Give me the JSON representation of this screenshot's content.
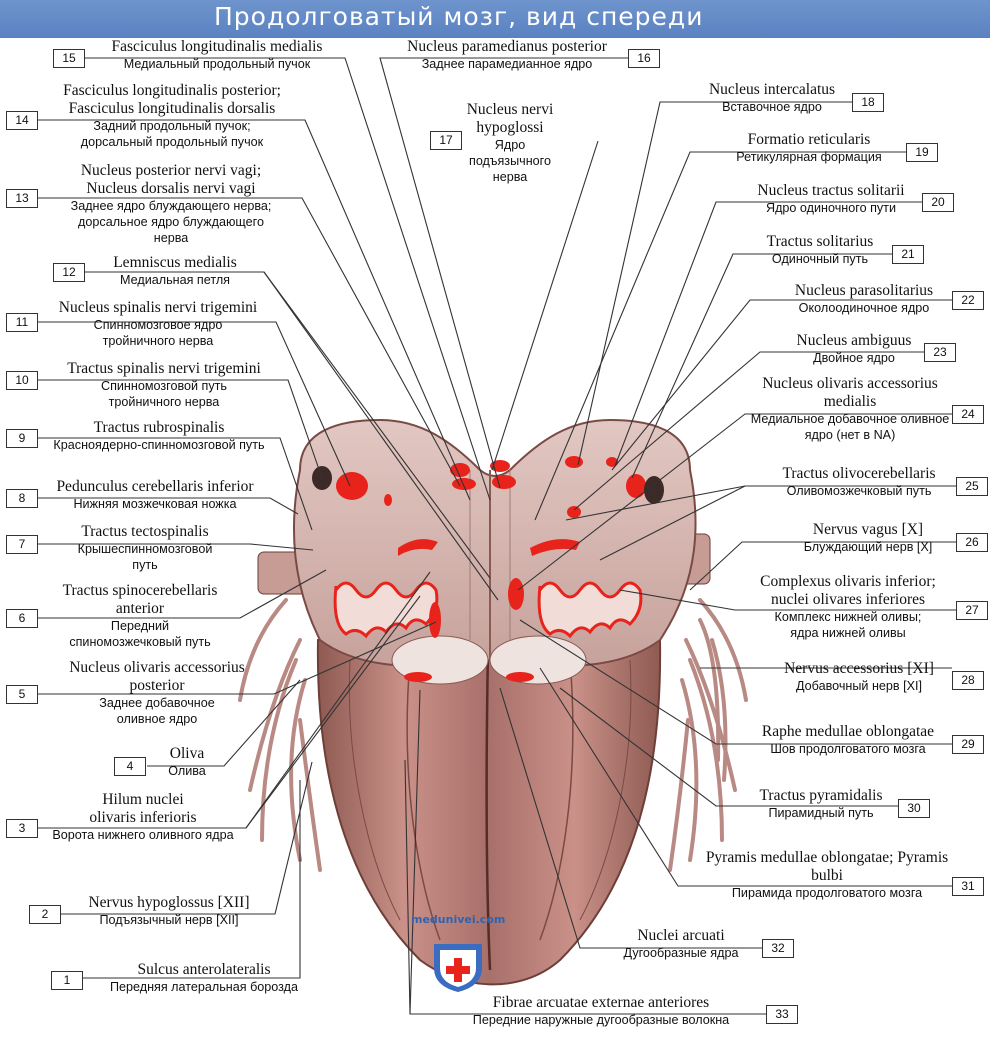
{
  "header": {
    "title": "Продолговатый мозг, вид спереди"
  },
  "watermark": {
    "text": "medunivei.com"
  },
  "colors": {
    "banner": "#6482c4",
    "nucleus_red": "#e8231b",
    "tissue": "#c48f87",
    "leader": "#333333"
  },
  "labels": [
    {
      "n": "1",
      "lat": "Sulcus anterolateralis",
      "rus": "Передняя латеральная борозда"
    },
    {
      "n": "2",
      "lat": "Nervus hypoglossus [XII]",
      "rus": "Подъязычный нерв [XII]"
    },
    {
      "n": "3",
      "lat": "Hilum nuclei olivaris inferioris",
      "rus": "Ворота нижнего оливного ядра"
    },
    {
      "n": "4",
      "lat": "Oliva",
      "rus": "Олива"
    },
    {
      "n": "5",
      "lat": "Nucleus olivaris accessorius posterior",
      "rus": "Заднее добавочное оливное ядро"
    },
    {
      "n": "6",
      "lat": "Tractus spinocerebellaris anterior",
      "rus": "Передний спиномозжечковый путь"
    },
    {
      "n": "7",
      "lat": "Tractus tectospinalis",
      "rus": "Крышеспинномозговой путь"
    },
    {
      "n": "8",
      "lat": "Pedunculus cerebellaris inferior",
      "rus": "Нижняя мозжечковая ножка"
    },
    {
      "n": "9",
      "lat": "Tractus rubrospinalis",
      "rus": "Красноядерно-спинномозговой путь"
    },
    {
      "n": "10",
      "lat": "Tractus spinalis nervi trigemini",
      "rus": "Спинномозговой путь тройничного нерва"
    },
    {
      "n": "11",
      "lat": "Nucleus spinalis nervi trigemini",
      "rus": "Спинномозговое ядро тройничного нерва"
    },
    {
      "n": "12",
      "lat": "Lemniscus medialis",
      "rus": "Медиальная петля"
    },
    {
      "n": "13",
      "lat": "Nucleus posterior nervi vagi; Nucleus dorsalis nervi vagi",
      "rus": "Заднее ядро блуждающего нерва; дорсальное ядро блуждающего нерва"
    },
    {
      "n": "14",
      "lat": "Fasciculus longitudinalis posterior; Fasciculus longitudinalis dorsalis",
      "rus": "Задний продольный пучок; дорсальный продольный пучок"
    },
    {
      "n": "15",
      "lat": "Fasciculus longitudinalis medialis",
      "rus": "Медиальный продольный пучок"
    },
    {
      "n": "16",
      "lat": "Nucleus paramedianus posterior",
      "rus": "Заднее парамедианное ядро"
    },
    {
      "n": "17",
      "lat": "Nucleus nervi hypoglossi",
      "rus": "Ядро подъязычного нерва"
    },
    {
      "n": "18",
      "lat": "Nucleus intercalatus",
      "rus": "Вставочное ядро"
    },
    {
      "n": "19",
      "lat": "Formatio reticularis",
      "rus": "Ретикулярная формация"
    },
    {
      "n": "20",
      "lat": "Nucleus tractus solitarii",
      "rus": "Ядро одиночного пути"
    },
    {
      "n": "21",
      "lat": "Tractus solitarius",
      "rus": "Одиночный путь"
    },
    {
      "n": "22",
      "lat": "Nucleus parasolitarius",
      "rus": "Околоодиночное ядро"
    },
    {
      "n": "23",
      "lat": "Nucleus ambiguus",
      "rus": "Двойное ядро"
    },
    {
      "n": "24",
      "lat": "Nucleus olivaris accessorius medialis",
      "rus": "Медиальное добавочное оливное ядро (нет в NA)"
    },
    {
      "n": "25",
      "lat": "Tractus olivocerebellaris",
      "rus": "Оливомозжечковый путь"
    },
    {
      "n": "26",
      "lat": "Nervus vagus [X]",
      "rus": "Блуждающий нерв [X]"
    },
    {
      "n": "27",
      "lat": "Complexus olivaris inferior; nuclei olivares inferiores",
      "rus": "Комплекс нижней оливы; ядра нижней оливы"
    },
    {
      "n": "28",
      "lat": "Nervus accessorius [XI]",
      "rus": "Добавочный нерв [XI]"
    },
    {
      "n": "29",
      "lat": "Raphe medullae oblongatae",
      "rus": "Шов продолговатого мозга"
    },
    {
      "n": "30",
      "lat": "Tractus pyramidalis",
      "rus": "Пирамидный путь"
    },
    {
      "n": "31",
      "lat": "Pyramis medullae oblongatae; Pyramis bulbi",
      "rus": "Пирамида продолговатого мозга"
    },
    {
      "n": "32",
      "lat": "Nuclei arcuati",
      "rus": "Дугообразные ядра"
    },
    {
      "n": "33",
      "lat": "Fibrae arcuatae externae anteriores",
      "rus": "Передние наружные дугообразные волокна"
    }
  ]
}
